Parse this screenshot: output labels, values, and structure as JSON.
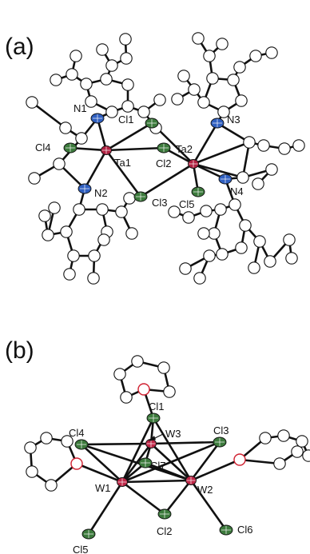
{
  "panels": [
    {
      "label": "(a)",
      "atoms": [
        {
          "label": "N1",
          "color": "#2f5fc0"
        },
        {
          "label": "N2",
          "color": "#2f5fc0"
        },
        {
          "label": "N3",
          "color": "#2f5fc0"
        },
        {
          "label": "N4",
          "color": "#2f5fc0"
        },
        {
          "label": "Cl1",
          "color": "#3c7a3c"
        },
        {
          "label": "Cl2",
          "color": "#3c7a3c"
        },
        {
          "label": "Cl3",
          "color": "#3c7a3c"
        },
        {
          "label": "Cl4",
          "color": "#3c7a3c"
        },
        {
          "label": "Cl5",
          "color": "#3c7a3c"
        },
        {
          "label": "Ta1",
          "color": "#b02040"
        },
        {
          "label": "Ta2",
          "color": "#b02040"
        }
      ]
    },
    {
      "label": "(b)",
      "atoms": [
        {
          "label": "Cl1",
          "color": "#3c7a3c"
        },
        {
          "label": "W3",
          "color": "#c02848"
        },
        {
          "label": "Cl3",
          "color": "#3c7a3c"
        },
        {
          "label": "Cl4",
          "color": "#3c7a3c"
        },
        {
          "label": "Cl7",
          "color": "#3c7a3c"
        },
        {
          "label": "W1",
          "color": "#c02848"
        },
        {
          "label": "W2",
          "color": "#c02848"
        },
        {
          "label": "Cl2",
          "color": "#3c7a3c"
        },
        {
          "label": "Cl6",
          "color": "#3c7a3c"
        },
        {
          "label": "Cl5",
          "color": "#3c7a3c"
        }
      ]
    }
  ]
}
